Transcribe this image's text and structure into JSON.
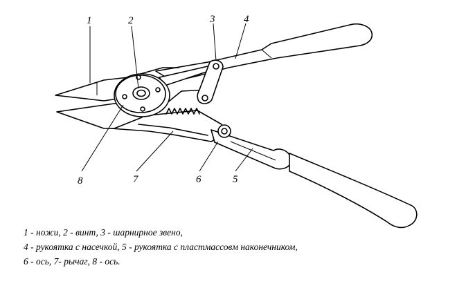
{
  "labels": {
    "n1": "1",
    "n2": "2",
    "n3": "3",
    "n4": "4",
    "n5": "5",
    "n6": "6",
    "n7": "7",
    "n8": "8"
  },
  "legend": {
    "line1": "1 -  ножи, 2 - винт, 3 - шарнирное звено,",
    "line2": "4 - рукоятка с насечкой, 5 - рукоятка с пластмассовм наконечником,",
    "line3": "6 - ось, 7- рычаг, 8 - ось."
  }
}
